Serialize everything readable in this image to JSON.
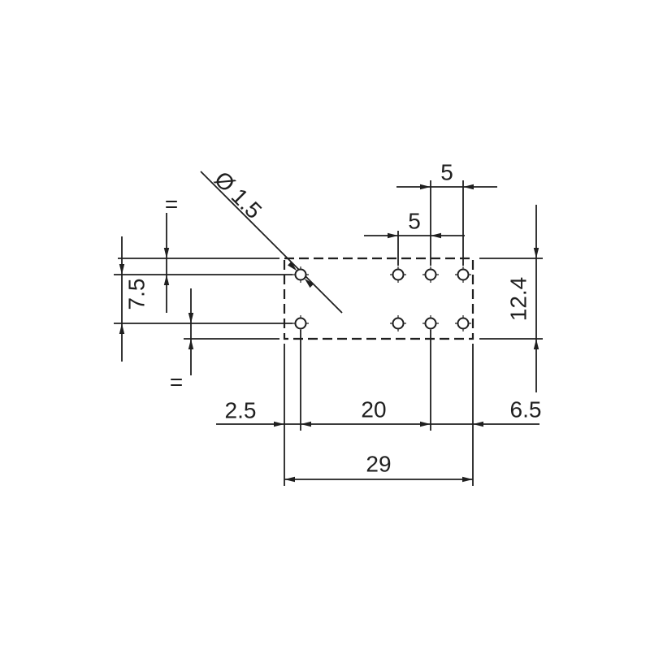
{
  "drawing": {
    "colors": {
      "line": "#1f1f1f",
      "background": "#ffffff"
    },
    "holes_count": 8,
    "dimensions": {
      "hole_diameter": "Ø 1.5",
      "top_pitch_outer": "5",
      "top_pitch_inner": "5",
      "body_height": "12.4",
      "row_spacing": "7.5",
      "equal_mark_top": "=",
      "equal_mark_bottom": "=",
      "edge_to_hole": "2.5",
      "hole_group_span": "20",
      "hole_to_edge": "6.5",
      "body_width": "29"
    }
  }
}
